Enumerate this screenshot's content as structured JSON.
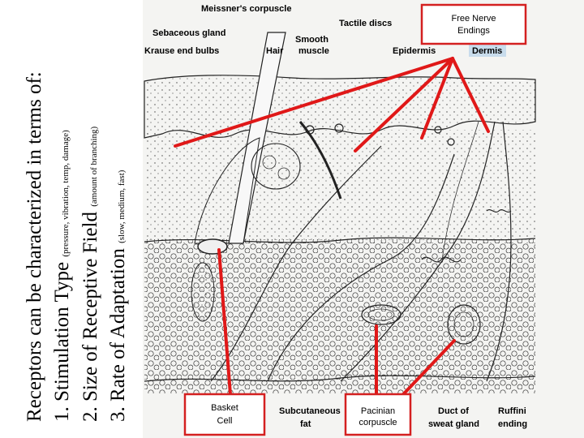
{
  "side_text": {
    "heading": "Receptors can be characterized in terms of:",
    "item1_num": "1.",
    "item1_main": "Stimulation Type",
    "item1_detail": "(pressure, vibration, temp, damage)",
    "item2_num": "2.",
    "item2_main": "Size of Receptive Field",
    "item2_detail": "(amount of branching)",
    "item3_num": "3.",
    "item3_main": "Rate of Adaptation",
    "item3_detail": "(slow, medium, fast)"
  },
  "diagram_labels": {
    "meissners": "Meissner's corpuscle",
    "tactile": "Tactile discs",
    "sebaceous": "Sebaceous gland",
    "smooth_muscle": "Smooth muscle",
    "krause": "Krause end bulbs",
    "hair": "Hair",
    "epidermis": "Epidermis",
    "dermis": "Dermis",
    "subcutaneous": "Subcutaneous fat",
    "duct": "Duct of sweat gland",
    "ruffini": "Ruffini ending"
  },
  "callouts": {
    "free_nerve": "Free Nerve Endings",
    "basket": "Basket Cell",
    "pacinian": "Pacinian corpuscle"
  },
  "colors": {
    "callout_border": "#d42020",
    "arrow": "#e01818",
    "dermis_highlight": "#c8dcec"
  }
}
